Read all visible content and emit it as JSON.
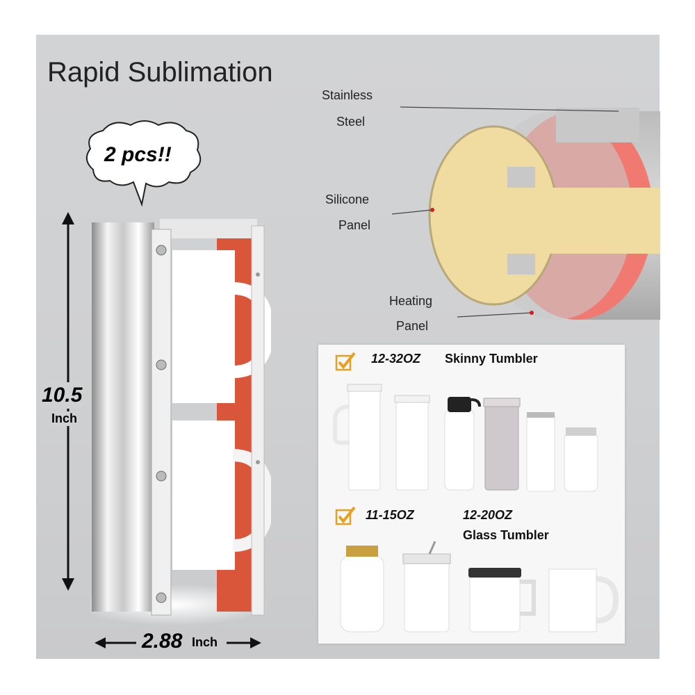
{
  "title": "Rapid Sublimation",
  "bubble_text": "2 pcs!!",
  "height": {
    "value": "10.5",
    "unit": "Inch"
  },
  "width": {
    "value": "2.88",
    "unit": "Inch"
  },
  "labels": {
    "stainless_1": "Stainless",
    "stainless_2": "Steel",
    "silicone_1": "Silicone",
    "silicone_2": "Panel",
    "heating_1": "Heating",
    "heating_2": "Panel"
  },
  "card": {
    "size_a": "12-32OZ",
    "name_a": "Skinny Tumbler",
    "size_b": "11-15OZ",
    "size_c": "12-20OZ",
    "name_c": "Glass Tumbler"
  },
  "colors": {
    "accent_check": "#e8a020",
    "heating_red": "#f07a72",
    "silicone_yellow": "#f0dca0",
    "mug_pad": "#d9563a"
  }
}
